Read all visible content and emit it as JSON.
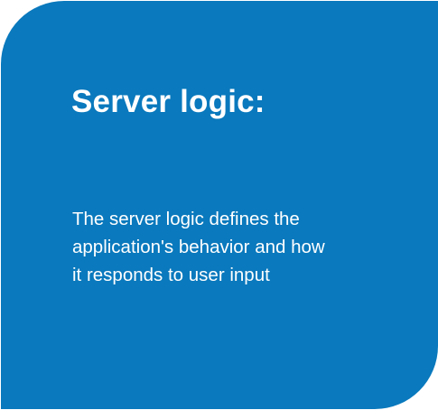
{
  "card": {
    "background_color": "#0a79bd",
    "title": "Server logic:",
    "body_lines": [
      "The server logic defines the",
      "application's behavior and how",
      "it responds to user input"
    ]
  }
}
